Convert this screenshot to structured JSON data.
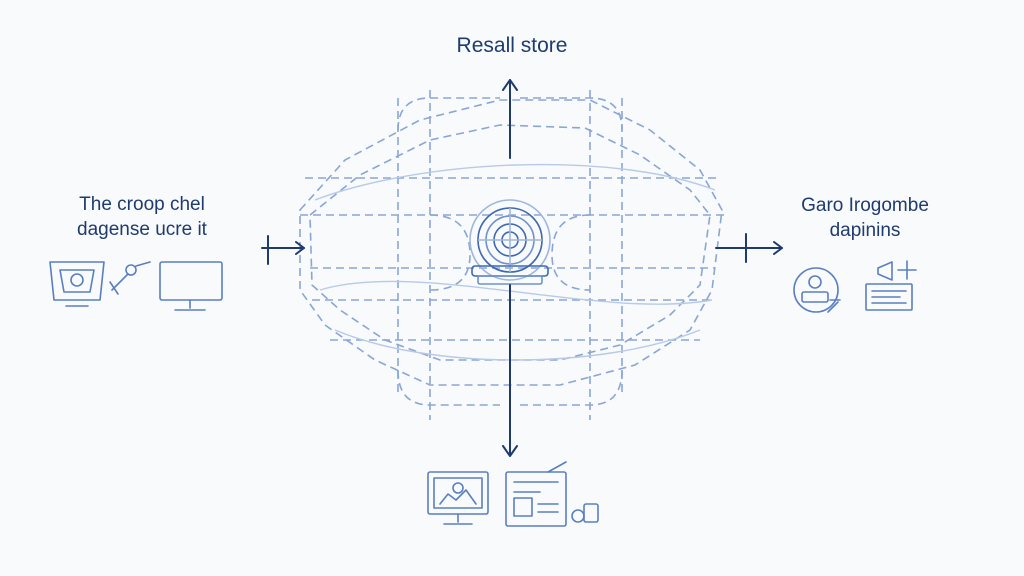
{
  "diagram": {
    "title": "Resall store",
    "left_label": {
      "line1": "The croop chel",
      "line2": "dagense ucre it"
    },
    "right_label": {
      "line1": "Garo Irogombe",
      "line2": "dapinins"
    }
  },
  "colors": {
    "background": "#f8fafc",
    "ink": "#1f3b6e",
    "dashed_frame": "#8aa6d4",
    "icon": "#5a7fc0"
  }
}
